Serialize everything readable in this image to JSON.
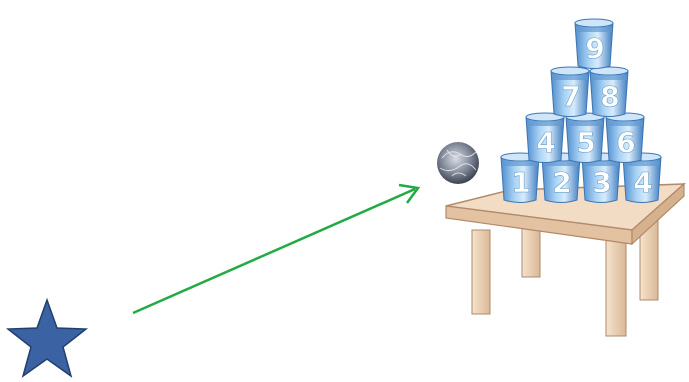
{
  "scene": {
    "cups": [
      {
        "label": "1",
        "row": 1,
        "col": 1
      },
      {
        "label": "2",
        "row": 1,
        "col": 2
      },
      {
        "label": "3",
        "row": 1,
        "col": 3
      },
      {
        "label": "4",
        "row": 1,
        "col": 4
      },
      {
        "label": "4",
        "row": 2,
        "col": 1
      },
      {
        "label": "5",
        "row": 2,
        "col": 2
      },
      {
        "label": "6",
        "row": 2,
        "col": 3
      },
      {
        "label": "7",
        "row": 3,
        "col": 1
      },
      {
        "label": "8",
        "row": 3,
        "col": 2
      },
      {
        "label": "9",
        "row": 4,
        "col": 1
      }
    ],
    "colors": {
      "star": "#3b62a3",
      "star_outline": "#233f70",
      "arrow": "#22aa44",
      "table_top": "#f3dcc4",
      "table_edge": "#b08a6a",
      "cup": "#8cc0ea"
    }
  }
}
